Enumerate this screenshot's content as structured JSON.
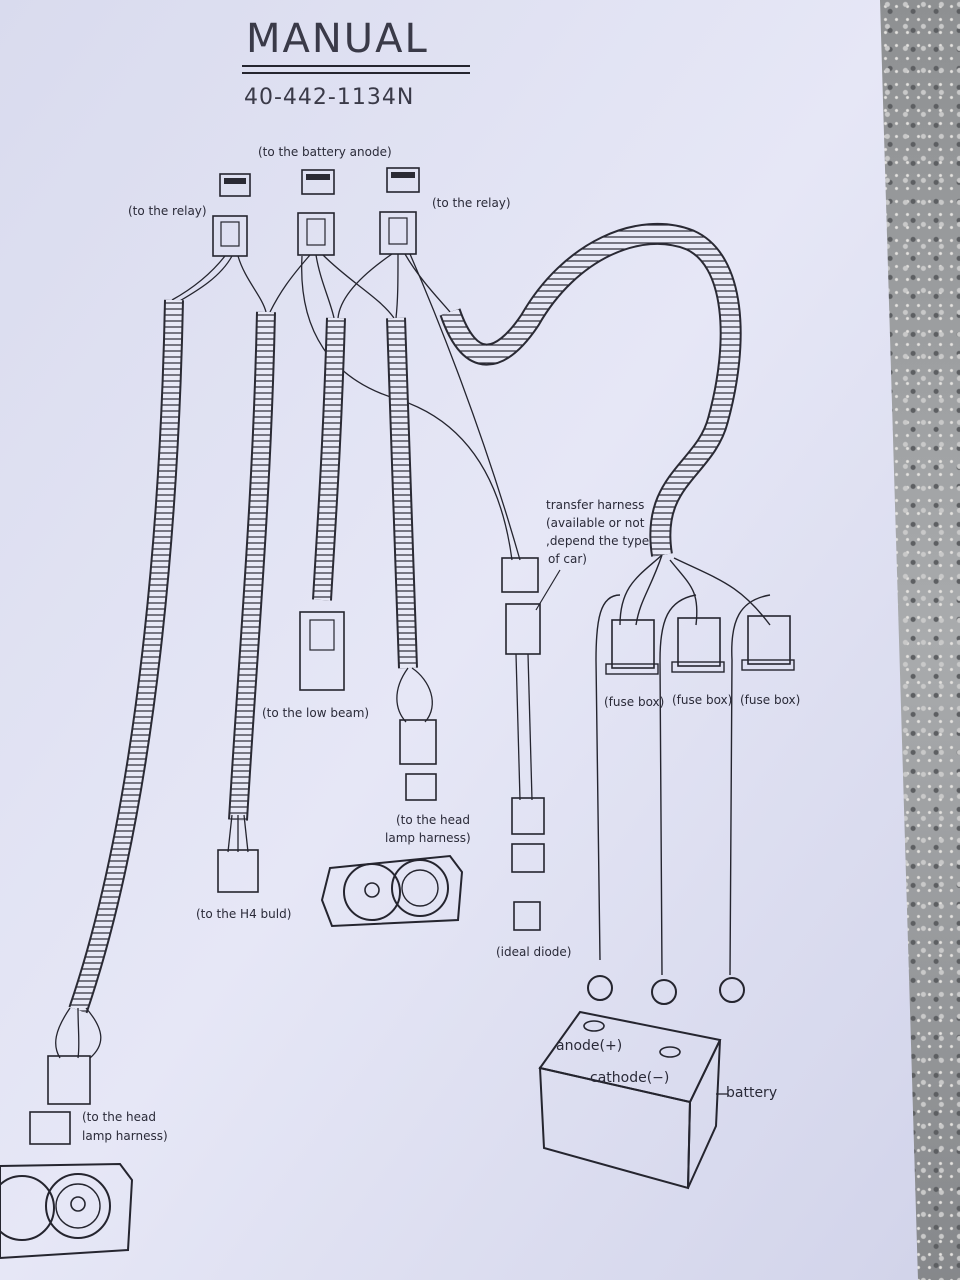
{
  "header": {
    "title": "MANUAL",
    "part_number": "40-442-1134N"
  },
  "labels": {
    "battery_anode": "(to the battery anode)",
    "relay_left": "(to the relay)",
    "relay_right": "(to the relay)",
    "transfer_harness_1": "transfer harness",
    "transfer_harness_2": "(available or not",
    "transfer_harness_3": ",depend the type",
    "transfer_harness_4": "of car)",
    "low_beam": "(to the low beam)",
    "head_lamp_center_1": "(to the head",
    "head_lamp_center_2": "lamp harness)",
    "h4_bulb": "(to the H4 buld)",
    "ideal_diode": "(ideal diode)",
    "fuse_box_1": "(fuse box)",
    "fuse_box_2": "(fuse box)",
    "fuse_box_3": "(fuse box)",
    "head_lamp_left_1": "(to the head",
    "head_lamp_left_2": "lamp harness)",
    "anode": "anode(+)",
    "cathode": "cathode(−)",
    "battery": "battery"
  }
}
